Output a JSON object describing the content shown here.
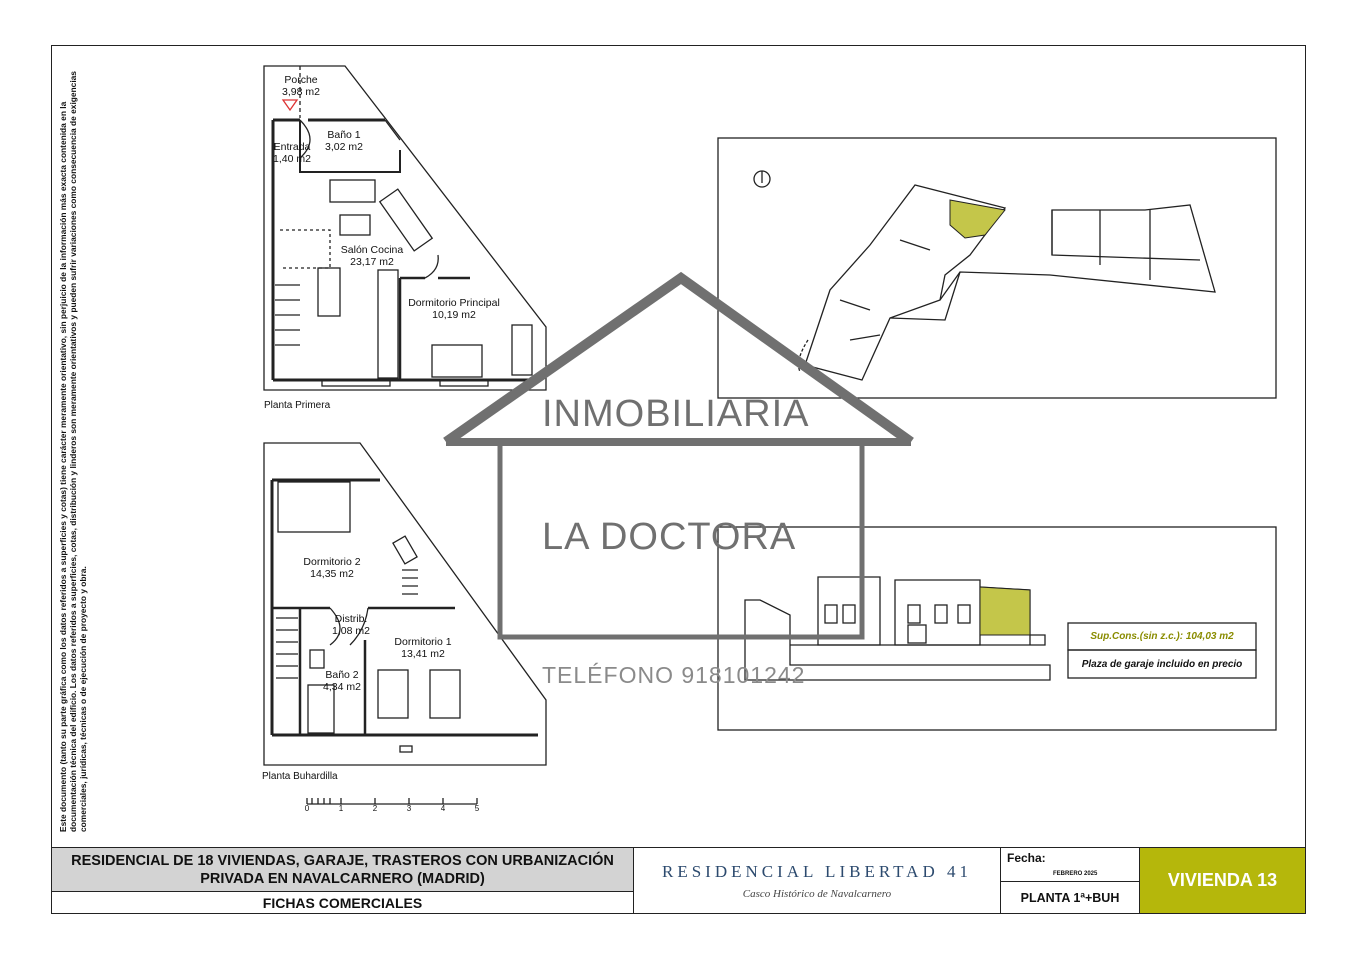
{
  "side_note": "Este documento (tanto su parte gráfica como los datos referidos a superficies y cotas) tiene carácter meramente orientativo, sin perjuicio de la información más exacta contenida en la documentación técnica del edificio. Los datos referidos a superficies, cotas, distribución y linderos son meramente orientativos y pueden sufrir variaciones como consecuencia de exigencias comerciales, jurídicas, técnicas o de ejecución de proyecto y obra.",
  "plans": {
    "primera": {
      "title": "Planta Primera",
      "rooms": [
        {
          "name": "Porche",
          "area": "3,98 m2"
        },
        {
          "name": "Baño 1",
          "area": "3,02 m2"
        },
        {
          "name": "Entrada",
          "area": "1,40 m2"
        },
        {
          "name": "Salón Cocina",
          "area": "23,17 m2"
        },
        {
          "name": "Dormitorio Principal",
          "area": "10,19 m2"
        }
      ]
    },
    "buhardilla": {
      "title": "Planta Buhardilla",
      "rooms": [
        {
          "name": "Dormitorio 2",
          "area": "14,35 m2"
        },
        {
          "name": "Distrib.",
          "area": "1,08 m2"
        },
        {
          "name": "Dormitorio 1",
          "area": "13,41 m2"
        },
        {
          "name": "Baño 2",
          "area": "4,34 m2"
        }
      ]
    },
    "scale_labels": [
      "0",
      "1",
      "2",
      "3",
      "4",
      "5"
    ]
  },
  "info": {
    "area_label": "Sup.Cons.(sin z.c.): 104,03 m2",
    "garage_label": "Plaza de garaje incluido en precio"
  },
  "watermark": {
    "line1": "INMOBILIARIA",
    "line2": "LA DOCTORA",
    "phone": "TELÉFONO 918101242"
  },
  "title_block": {
    "project": "RESIDENCIAL DE 18 VIVIENDAS, GARAJE, TRASTEROS CON URBANIZACIÓN PRIVADA EN NAVALCARNERO (MADRID)",
    "subtitle": "FICHAS COMERCIALES",
    "brand": "RESIDENCIAL LIBERTAD 41",
    "brand_sub": "Casco Histórico de Navalcarnero",
    "fecha_label": "Fecha:",
    "fecha_value": "FEBRERO 2025",
    "planta": "PLANTA 1ª+BUH",
    "vivienda": "VIVIENDA 13"
  },
  "colors": {
    "accent": "#b5b70b",
    "highlight": "#c4c64a",
    "title_bg": "#d3d3d3",
    "watermark": "#707070"
  }
}
